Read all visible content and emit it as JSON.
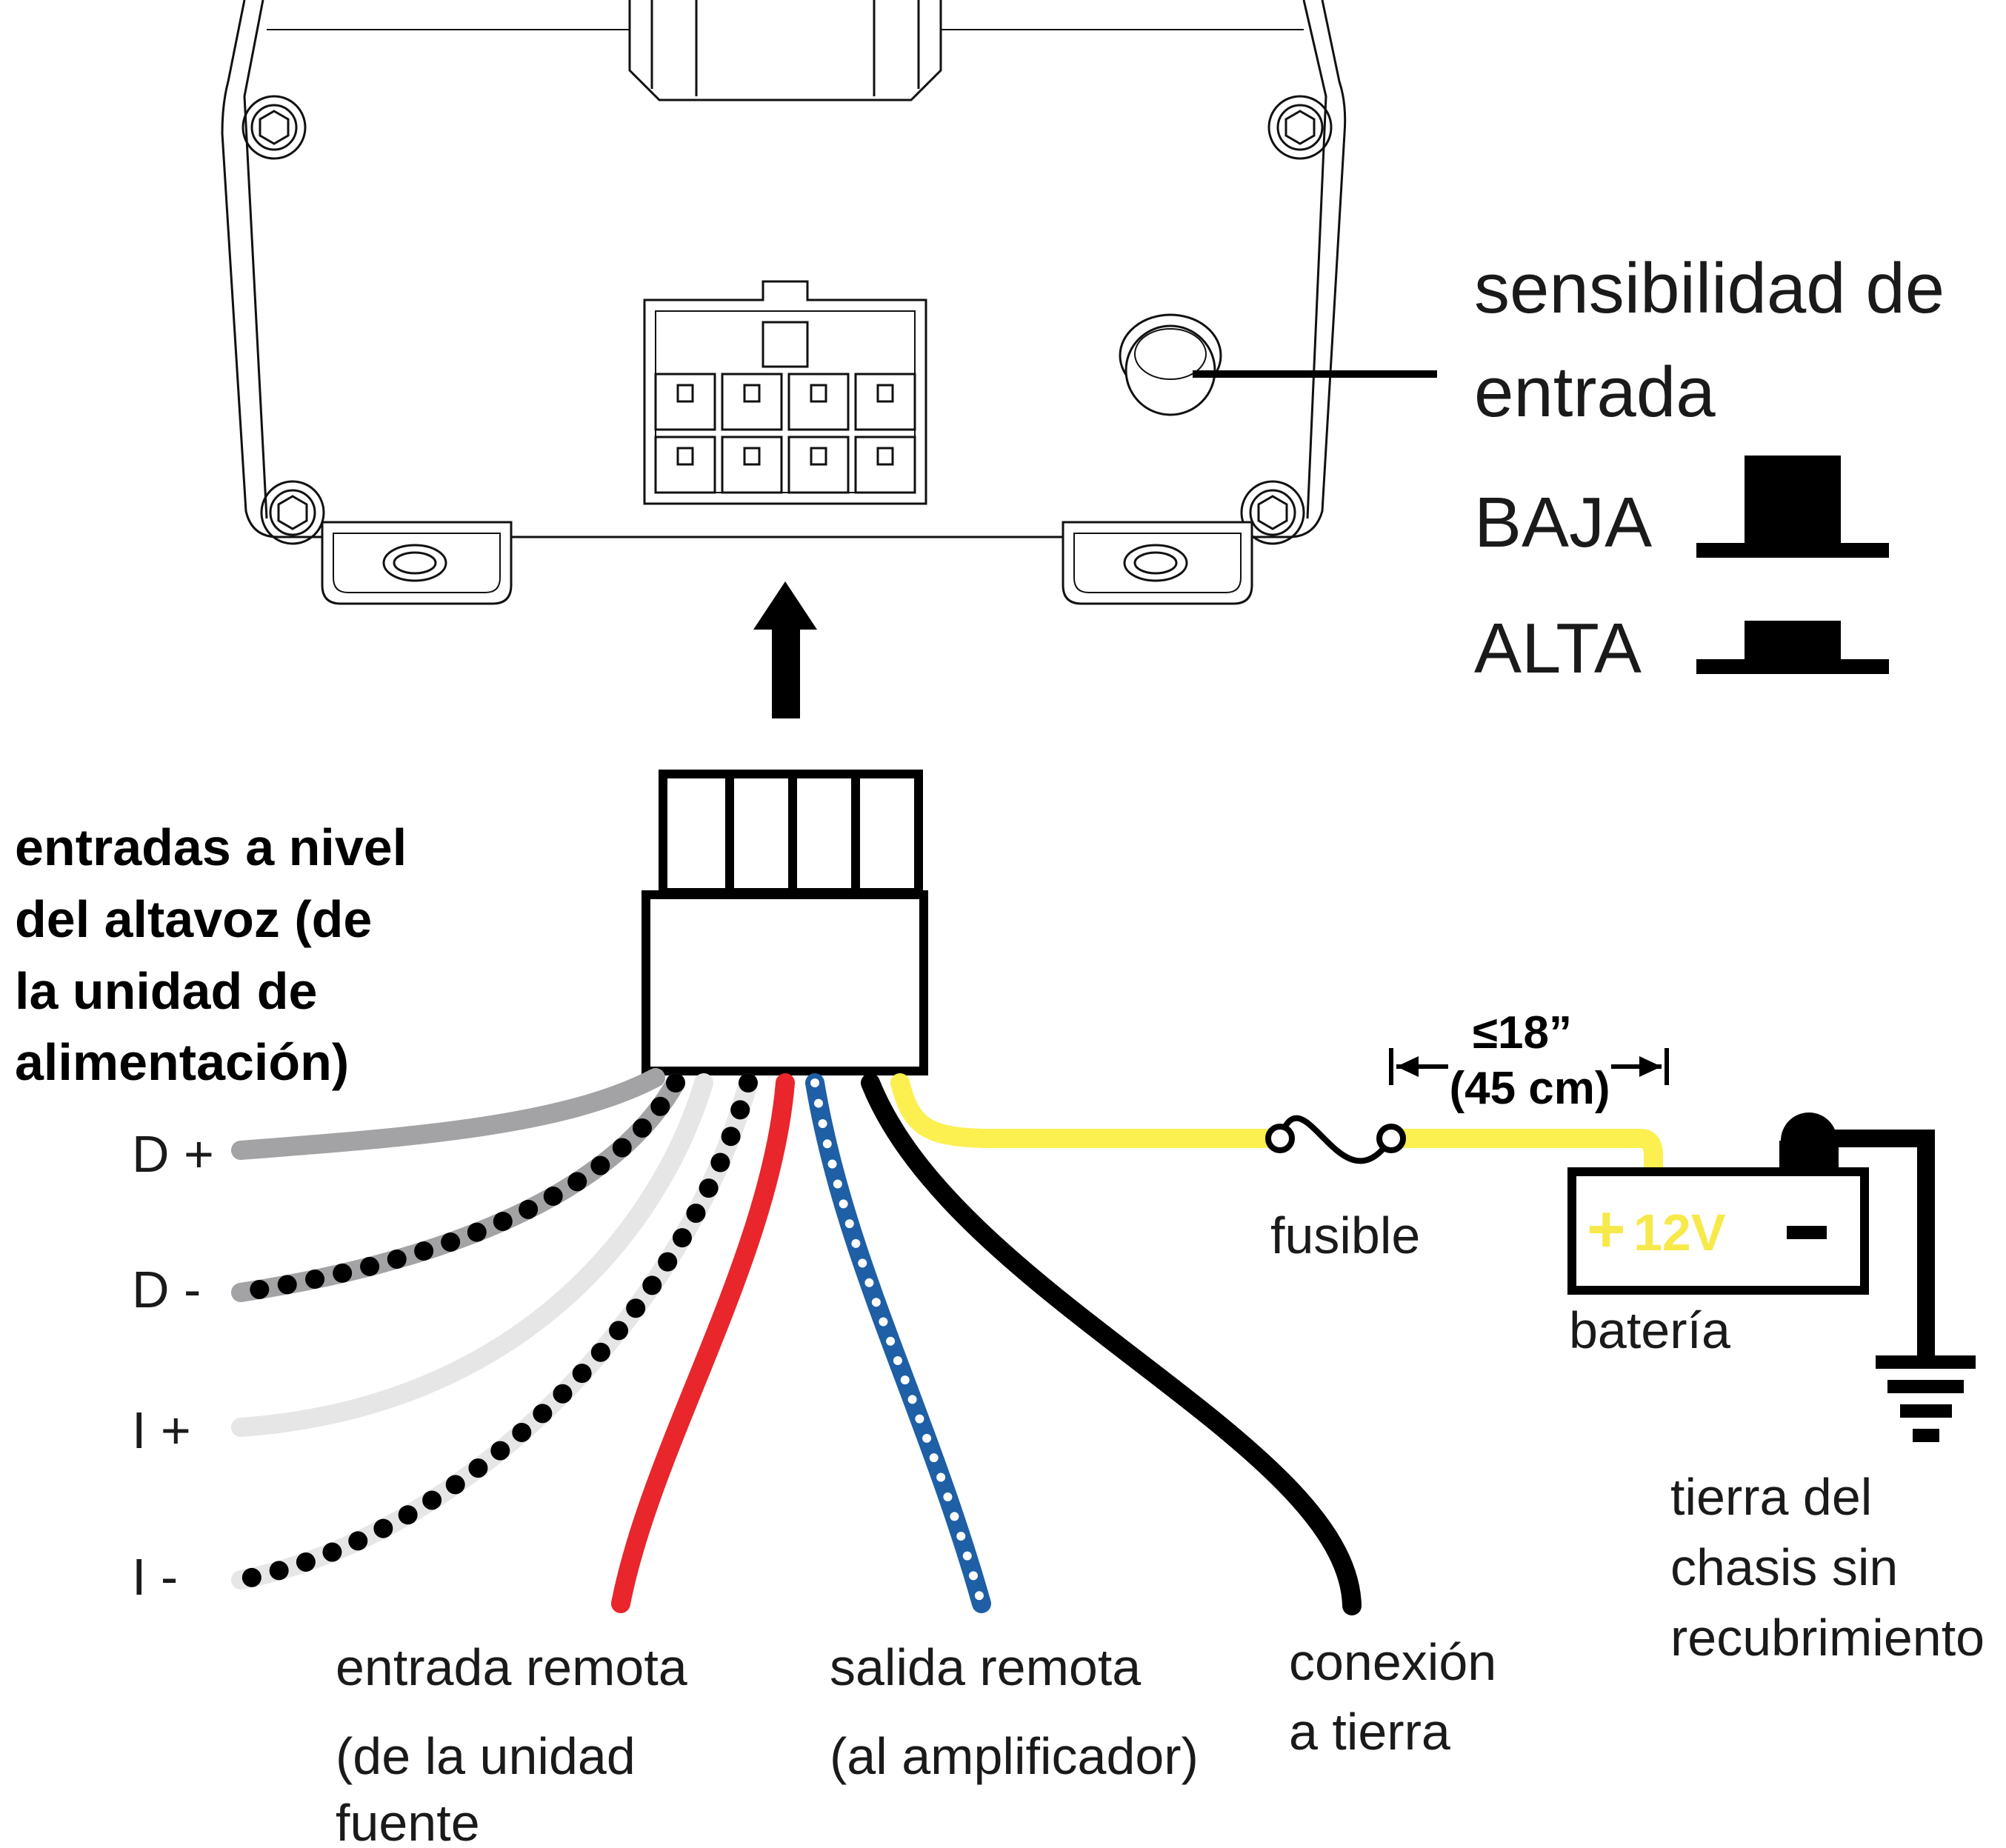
{
  "sensitivity": {
    "label_line1": "sensibilidad de",
    "label_line2": "entrada",
    "low_label": "BAJA",
    "high_label": "ALTA"
  },
  "speaker_inputs": {
    "title_lines": [
      "entradas a nivel",
      "del altavoz (de",
      "la unidad de",
      "alimentación)"
    ]
  },
  "wires": {
    "d_plus": "D +",
    "d_minus": "D -",
    "i_plus": "I +",
    "i_minus": "I -"
  },
  "remote_in": {
    "line1": "entrada remota",
    "line2": "(de la unidad",
    "line3": "fuente"
  },
  "remote_out": {
    "line1": "salida remota",
    "line2": "(al amplificador)"
  },
  "ground_conn": {
    "line1": "conexión",
    "line2": "a tierra"
  },
  "fuse": {
    "label": "fusible",
    "distance_in": "≤18”",
    "distance_cm": "(45 cm)"
  },
  "battery": {
    "label": "batería",
    "plus": "+",
    "voltage": "12V",
    "minus": "−"
  },
  "chassis": {
    "line1": "tierra del",
    "line2": "chasis sin",
    "line3": "recubrimiento"
  },
  "colors": {
    "gray_wire": "#a3a3a6",
    "light_gray_wire": "#e6e6e6",
    "red_wire": "#e8262c",
    "blue_wire": "#1e5fa6",
    "yellow_wire": "#fbf050",
    "battery_text": "#f7e94a"
  }
}
